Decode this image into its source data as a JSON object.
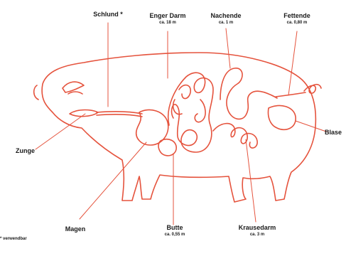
{
  "colors": {
    "outline": "#e5533d",
    "text": "#1a1a1a"
  },
  "labels": {
    "schlund": {
      "name": "Schlund *"
    },
    "enger_darm": {
      "name": "Enger Darm",
      "length": "ca. 18 m"
    },
    "nachende": {
      "name": "Nachende",
      "length": "ca. 1 m"
    },
    "fettende": {
      "name": "Fettende",
      "length": "ca. 0,80 m"
    },
    "blase": {
      "name": "Blase"
    },
    "zunge": {
      "name": "Zunge"
    },
    "magen": {
      "name": "Magen"
    },
    "butte": {
      "name": "Butte",
      "length": "ca. 0,55 m"
    },
    "krausedarm": {
      "name": "Krausedarm",
      "length": "ca. 3 m"
    }
  },
  "footnote": "* verwendbar"
}
